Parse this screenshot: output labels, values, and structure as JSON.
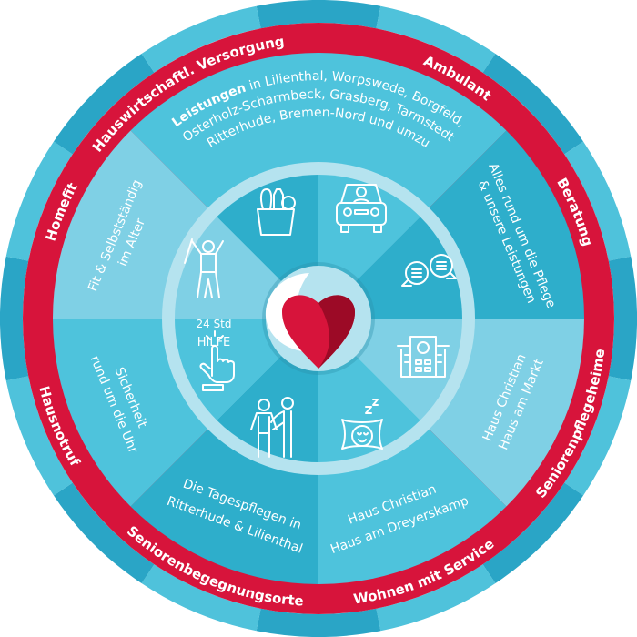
{
  "colors": {
    "red": "#d7143b",
    "dark_red": "#9c0a26",
    "teal_dark": "#2eaecb",
    "teal_mid": "#4ec3dc",
    "teal_light": "#7fd0e5",
    "ring_light": "#b5e3ef",
    "outer_a": "#2aa5c6",
    "outer_b": "#4fc2db"
  },
  "red_ring_labels": [
    {
      "text": "Hauswirtschaftl. Versorgung"
    },
    {
      "text": "Ambulant"
    },
    {
      "text": "Beratung"
    },
    {
      "text": "Seniorenpflegeheime"
    },
    {
      "text": "Wohnen mit Service"
    },
    {
      "text": "Seniorenbegegnungsorte"
    },
    {
      "text": "Hausnotruf"
    },
    {
      "text": "Homefit"
    }
  ],
  "sectors": {
    "leistungen": {
      "bold": "Leistungen",
      "line1_rest": " in Lilienthal, Worpswede, Borgfeld,",
      "line2": "Osterholz-Scharmbeck, Grasberg, Tarmstedt",
      "line3": "Ritterhude, Bremen-Nord und umzu"
    },
    "beratung": {
      "line1": "Alles rund um die Pflege",
      "line2": "& unsere Leistungen"
    },
    "pflegeheime": {
      "line1": "Haus Christian",
      "line2": "Haus am Markt"
    },
    "wohnen": {
      "line1": "Haus Christian",
      "line2": "Haus am Dreyerskamp"
    },
    "tagespflege": {
      "line1": "Die Tagespflegen in",
      "line2": "Ritterhude & Lilienthal"
    },
    "hausnotruf": {
      "line1": "Sicherheit",
      "line2": "rund um die Uhr"
    },
    "homefit": {
      "line1": "Fit & Selbstständig",
      "line2": "im Alter"
    }
  },
  "hilfe": {
    "line1": "24 Std",
    "line2": "HILFE"
  },
  "icons": [
    "basket-icon",
    "car-icon",
    "chat-icon",
    "building-icon",
    "sleep-icon",
    "couple-icon",
    "emergency-button-icon",
    "fitness-person-icon"
  ]
}
